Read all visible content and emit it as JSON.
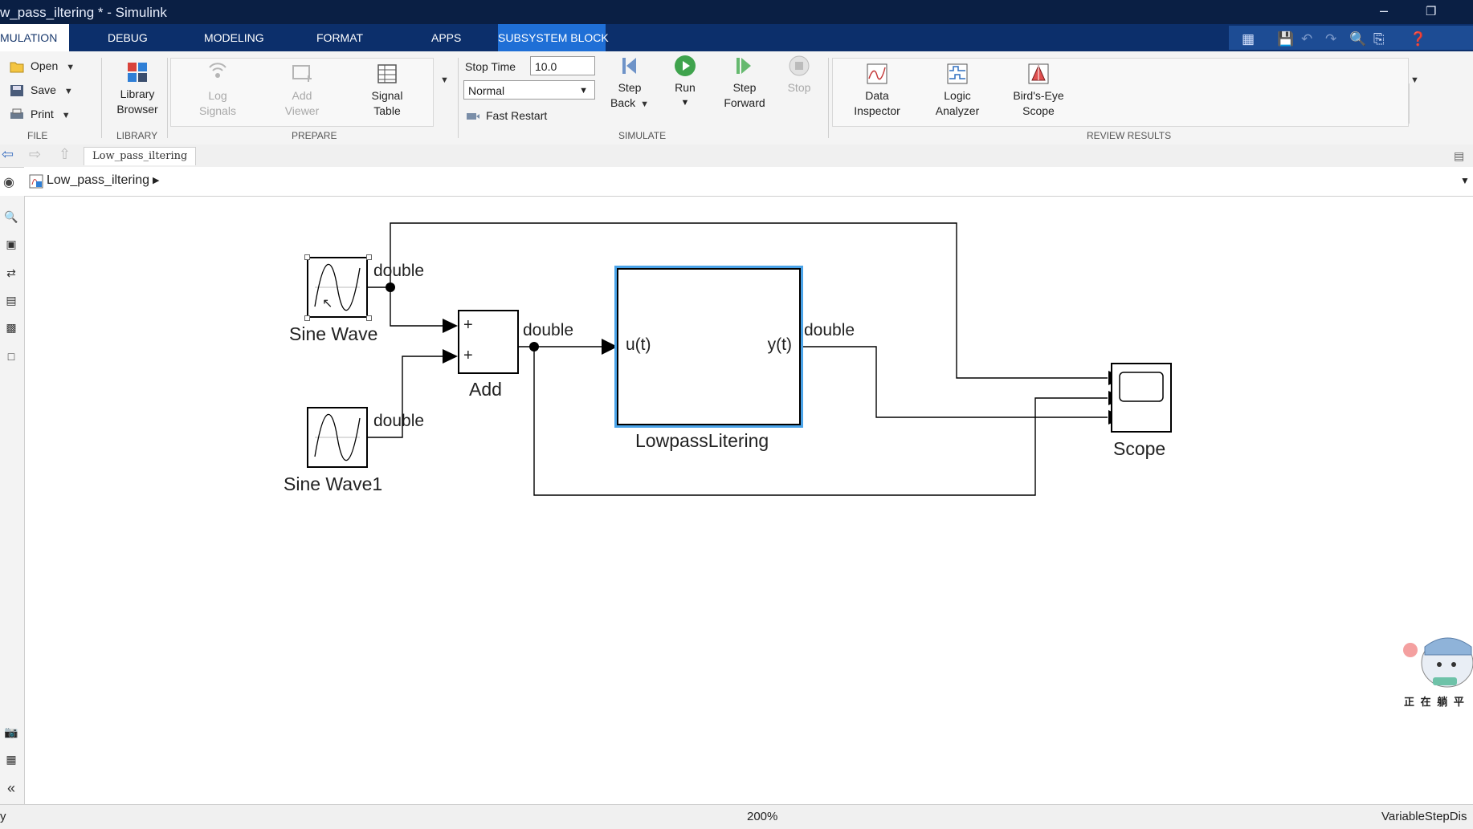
{
  "window": {
    "title": "w_pass_iltering * - Simulink"
  },
  "tabs": [
    {
      "label": "MULATION"
    },
    {
      "label": "DEBUG"
    },
    {
      "label": "MODELING"
    },
    {
      "label": "FORMAT"
    },
    {
      "label": "APPS"
    },
    {
      "label": "SUBSYSTEM BLOCK"
    }
  ],
  "ribbon": {
    "file": {
      "section": "FILE",
      "open": "Open",
      "save": "Save",
      "print": "Print"
    },
    "library": {
      "section": "LIBRARY",
      "btn1": "Library",
      "btn2": "Browser"
    },
    "prepare": {
      "section": "PREPARE",
      "log1": "Log",
      "log2": "Signals",
      "viewer1": "Add",
      "viewer2": "Viewer",
      "table1": "Signal",
      "table2": "Table"
    },
    "simulate": {
      "section": "SIMULATE",
      "stop_time_label": "Stop Time",
      "stop_time_value": "10.0",
      "mode": "Normal",
      "fast_restart": "Fast Restart",
      "step_back1": "Step",
      "step_back2": "Back",
      "run": "Run",
      "step_fwd1": "Step",
      "step_fwd2": "Forward",
      "stop": "Stop"
    },
    "review": {
      "section": "REVIEW RESULTS",
      "di1": "Data",
      "di2": "Inspector",
      "la1": "Logic",
      "la2": "Analyzer",
      "be1": "Bird's-Eye",
      "be2": "Scope"
    }
  },
  "nav": {
    "breadcrumb_tab": "Low_pass_iltering"
  },
  "address": {
    "model": "Low_pass_iltering"
  },
  "diagram": {
    "sine1": "Sine Wave",
    "sine2": "Sine Wave1",
    "add": "Add",
    "add_in1": "+",
    "add_in2": "+",
    "subsystem": "LowpassLitering",
    "port_in": "u(t)",
    "port_out": "y(t)",
    "scope": "Scope",
    "sig_sine1": "double",
    "sig_sine2": "double",
    "sig_add": "double",
    "sig_sub": "double"
  },
  "watermark": {
    "text": "正 在 躺 平"
  },
  "status": {
    "left": "y",
    "zoom": "200%",
    "solver": "VariableStepDis"
  }
}
